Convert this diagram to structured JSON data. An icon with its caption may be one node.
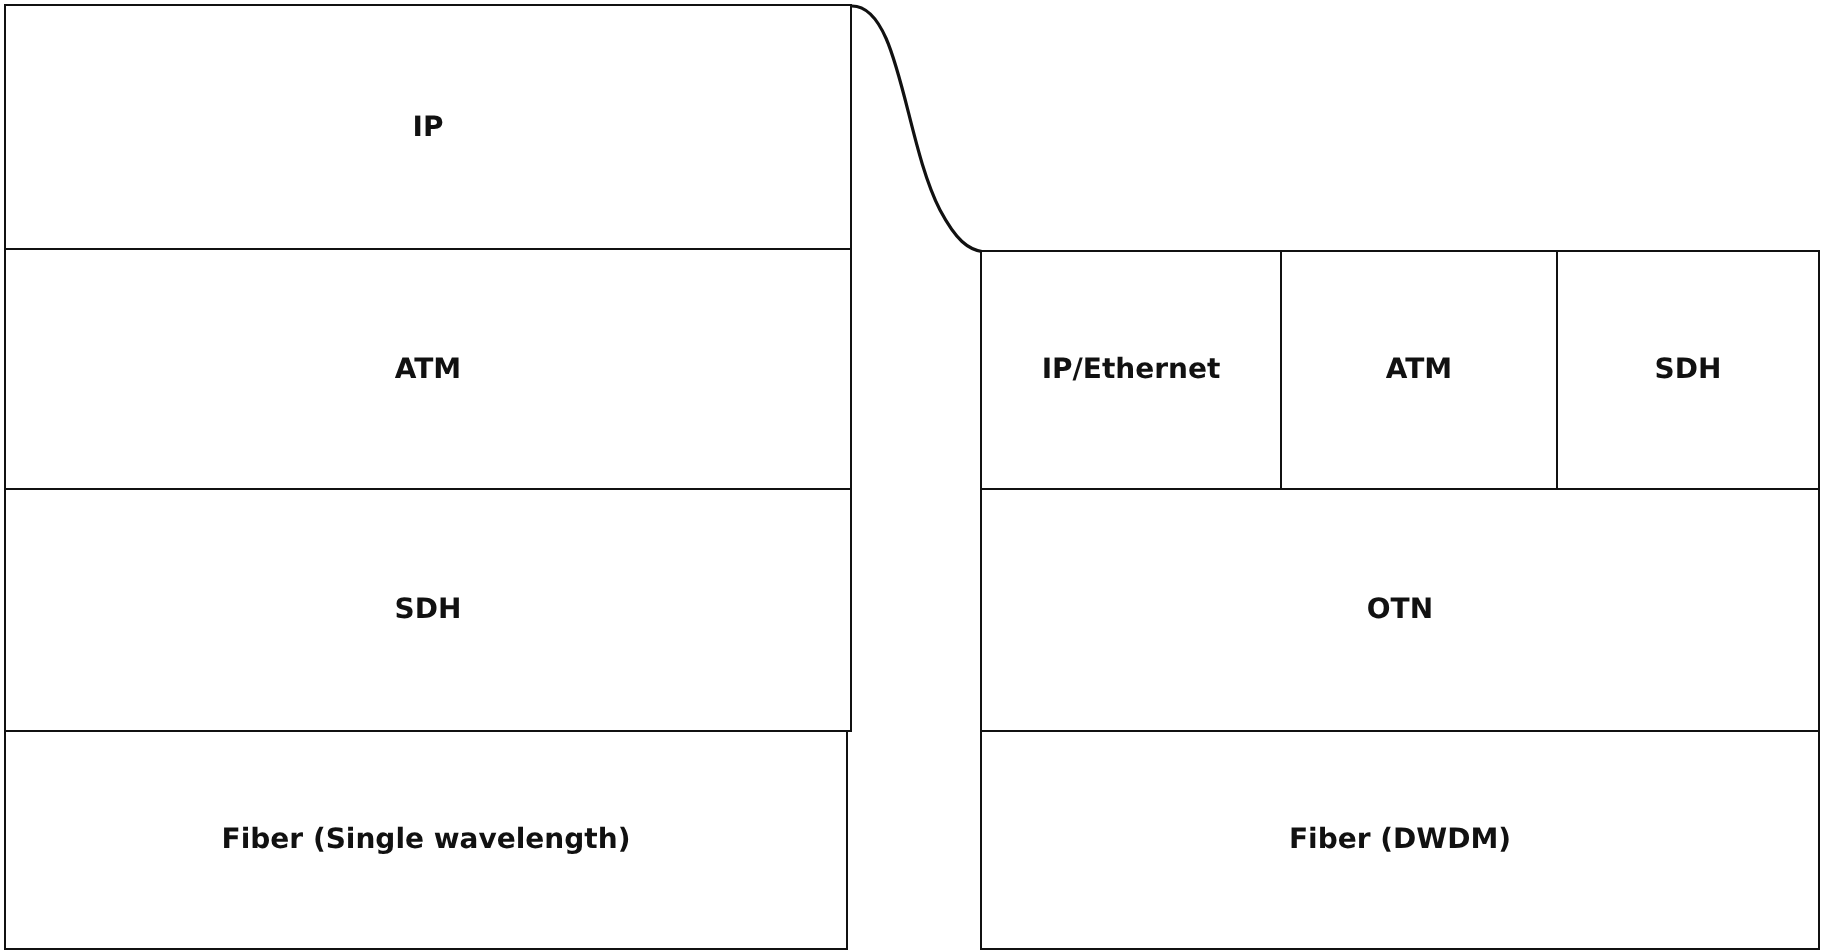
{
  "diagram": {
    "nodes": [
      {
        "text": [
          "IP"
        ]
      },
      {
        "text": [
          "ATM"
        ]
      },
      {
        "text": [
          "SDH"
        ]
      },
      {
        "text": [
          "Fiber (Single wavelength)"
        ]
      },
      {
        "text": [
          "IP/Ethernet"
        ]
      },
      {
        "text": [
          "ATM"
        ]
      },
      {
        "text": [
          "SDH"
        ]
      },
      {
        "text": [
          "OTN"
        ]
      },
      {
        "text": [
          "Fiber (DWDM)"
        ]
      }
    ]
  }
}
